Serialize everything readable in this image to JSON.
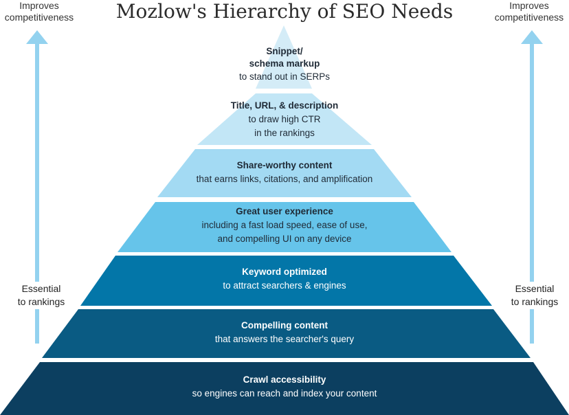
{
  "title": "Mozlow's Hierarchy of SEO Needs",
  "left_arrow": {
    "top_label": "Improves\ncompetitiveness",
    "bottom_label": "Essential\nto rankings"
  },
  "right_arrow": {
    "top_label": "Improves\ncompetitiveness",
    "bottom_label": "Essential\nto rankings"
  },
  "tiers": [
    {
      "heading": "Snippet/\nschema markup",
      "subtext": "to stand out in SERPs",
      "color": "#d4ecf7"
    },
    {
      "heading": "Title, URL, & description",
      "subtext": "to draw high CTR\nin the rankings",
      "color": "#c2e6f6"
    },
    {
      "heading": "Share-worthy content",
      "subtext": "that earns links, citations, and amplification",
      "color": "#a3daf3"
    },
    {
      "heading": "Great user experience",
      "subtext": "including a fast load speed, ease of use,\nand compelling UI on any device",
      "color": "#66c4ea"
    },
    {
      "heading": "Keyword optimized",
      "subtext": "to attract searchers & engines",
      "color": "#0376a8"
    },
    {
      "heading": "Compelling content",
      "subtext": "that answers the searcher's query",
      "color": "#0a5b83"
    },
    {
      "heading": "Crawl accessibility",
      "subtext": "so engines can reach and index your content",
      "color": "#0c3f60"
    }
  ],
  "arrow_color": "#93d2ef"
}
